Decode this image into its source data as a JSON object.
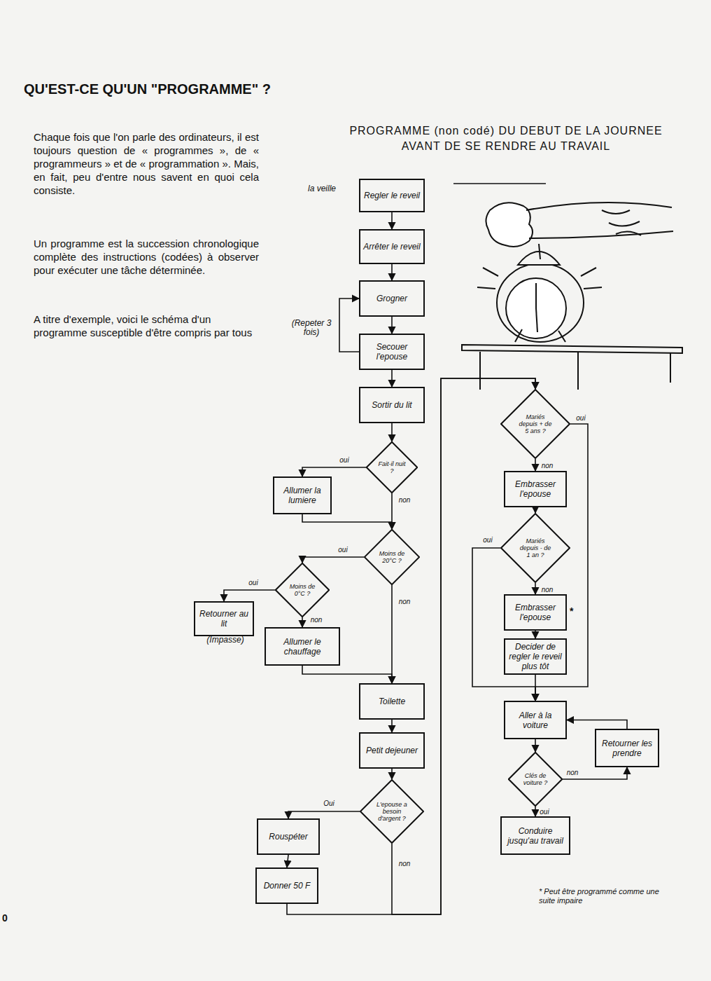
{
  "diagram": {
    "title": "QU'EST-CE QU'UN \"PROGRAMME\" ?",
    "nodes": [
      {
        "text": [
          "Regler le reveil"
        ]
      },
      {
        "text": [
          "Arrêter le reveil"
        ]
      },
      {
        "text": [
          "Grogner"
        ]
      },
      {
        "text": [
          "Secouer l'epouse"
        ]
      },
      {
        "text": [
          "Sortir du lit"
        ]
      },
      {
        "text": [
          "Fait-il nuit ?"
        ]
      },
      {
        "text": [
          "Allumer la lumiere"
        ]
      },
      {
        "text": [
          "Moins de 20°C ?"
        ]
      },
      {
        "text": [
          "Moins de 0°C ?"
        ]
      },
      {
        "text": [
          "Retourner au lit"
        ]
      },
      {
        "text": [
          "Allumer le chauffage"
        ]
      },
      {
        "text": [
          "Toilette"
        ]
      },
      {
        "text": [
          "Petit dejeuner"
        ]
      },
      {
        "text": [
          "L'epouse a besoin d'argent ?"
        ]
      },
      {
        "text": [
          "Rouspéter"
        ]
      },
      {
        "text": [
          "Donner 50 F"
        ]
      },
      {
        "text": [
          "Mariés depuis + de 5 ans ?"
        ]
      },
      {
        "text": [
          "Embrasser l'epouse"
        ]
      },
      {
        "text": [
          "Mariés depuis - de 1 an ?"
        ]
      },
      {
        "text": [
          "Embrasser l'epouse"
        ]
      },
      {
        "text": [
          "Decider de regler le reveil plus tôt"
        ]
      },
      {
        "text": [
          "Aller à la voiture"
        ]
      },
      {
        "text": [
          "Clés de voiture ?"
        ]
      },
      {
        "text": [
          "Retourner les prendre"
        ]
      },
      {
        "text": [
          "Conduire jusqu'au travail"
        ]
      }
    ],
    "edges": [
      {
        "from": 0,
        "to": 1,
        "arrow": "to"
      },
      {
        "from": 1,
        "to": 2,
        "arrow": "to"
      },
      {
        "from": 2,
        "to": 3,
        "arrow": "to"
      },
      {
        "from": 3,
        "to": 2,
        "arrow": "to"
      },
      {
        "from": 3,
        "to": 4,
        "arrow": "to"
      },
      {
        "from": 4,
        "to": 5,
        "arrow": "to"
      },
      {
        "from": 5,
        "to": 6,
        "label": "oui",
        "arrow": "to"
      },
      {
        "from": 5,
        "to": 7,
        "label": "non",
        "arrow": "to"
      },
      {
        "from": 6,
        "to": 7,
        "arrow": "to"
      },
      {
        "from": 7,
        "to": 8,
        "label": "oui",
        "arrow": "to"
      },
      {
        "from": 7,
        "to": 11,
        "label": "non",
        "arrow": "to"
      },
      {
        "from": 8,
        "to": 9,
        "label": "oui",
        "arrow": "to"
      },
      {
        "from": 8,
        "to": 10,
        "label": "non",
        "arrow": "to"
      },
      {
        "from": 10,
        "to": 11,
        "arrow": "to"
      },
      {
        "from": 11,
        "to": 12,
        "arrow": "to"
      },
      {
        "from": 12,
        "to": 13,
        "arrow": "to"
      },
      {
        "from": 13,
        "to": 14,
        "label": "Oui",
        "arrow": "to"
      },
      {
        "from": 14,
        "to": 15,
        "arrow": "to"
      },
      {
        "from": 13,
        "to": 16,
        "label": "non",
        "arrow": "to"
      },
      {
        "from": 15,
        "to": 16,
        "arrow": "to"
      },
      {
        "from": 16,
        "to": 17,
        "label": "non",
        "arrow": "to"
      },
      {
        "from": 16,
        "to": 21,
        "label": "oui",
        "arrow": "to"
      },
      {
        "from": 17,
        "to": 18,
        "arrow": "to"
      },
      {
        "from": 18,
        "to": 19,
        "label": "non",
        "arrow": "to"
      },
      {
        "from": 18,
        "to": 21,
        "label": "oui",
        "arrow": "to"
      },
      {
        "from": 19,
        "to": 20,
        "arrow": "to"
      },
      {
        "from": 20,
        "to": 21,
        "arrow": "to"
      },
      {
        "from": 21,
        "to": 22,
        "arrow": "to"
      },
      {
        "from": 22,
        "to": 24,
        "label": "oui",
        "arrow": "to"
      },
      {
        "from": 22,
        "to": 23,
        "label": "non",
        "arrow": "to"
      },
      {
        "from": 23,
        "to": 21,
        "arrow": "to"
      }
    ],
    "labels": [
      "Chaque fois que l'on parle des ordinateurs, il est toujours question de « programmes », de « programmeurs » et de « programmation ». Mais, en fait, peu d'entre nous savent en quoi cela consiste.",
      "Un programme est la succession chronologique complète des instructions (codées) à observer pour exécuter une tâche déterminée.",
      "A titre d'exemple, voici le schéma d'un programme susceptible d'être compris par tous",
      "PROGRAMME (non codé) DU DEBUT DE LA JOURNEE AVANT DE SE RENDRE AU TRAVAIL",
      "la veille",
      "(Repeter 3 fois)",
      "(Impasse)",
      "*",
      "* Peut être programmé comme une suite impaire",
      "0"
    ]
  }
}
